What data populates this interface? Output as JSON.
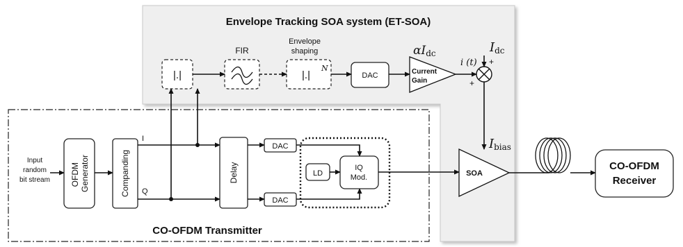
{
  "et_soa": {
    "title": "Envelope Tracking SOA system (ET-SOA)",
    "abs_block": "|.|",
    "fir_label": "FIR",
    "env_label_line1": "Envelope",
    "env_label_line2": "shaping",
    "env_block": "|.|",
    "env_exponent": "N",
    "dac": "DAC",
    "gain_line1": "Current",
    "gain_line2": "Gain",
    "alpha_label": "αI",
    "alpha_sub": "dc",
    "it_label": "i (t)",
    "idc_label": "I",
    "idc_sub": "dc",
    "plus": "+",
    "ibias_label": "I",
    "ibias_sub": "bias"
  },
  "transmitter": {
    "title": "CO-OFDM Transmitter",
    "input_line1": "Input",
    "input_line2": "random",
    "input_line3": "bit stream",
    "ofdm_line1": "OFDM",
    "ofdm_line2": "Generator",
    "companding": "Companding",
    "i_label": "I",
    "q_label": "Q",
    "delay": "Delay",
    "dac_top": "DAC",
    "dac_bottom": "DAC",
    "ld": "LD",
    "iq_line1": "IQ",
    "iq_line2": "Mod."
  },
  "soa": "SOA",
  "receiver_line1": "CO-OFDM",
  "receiver_line2": "Receiver"
}
